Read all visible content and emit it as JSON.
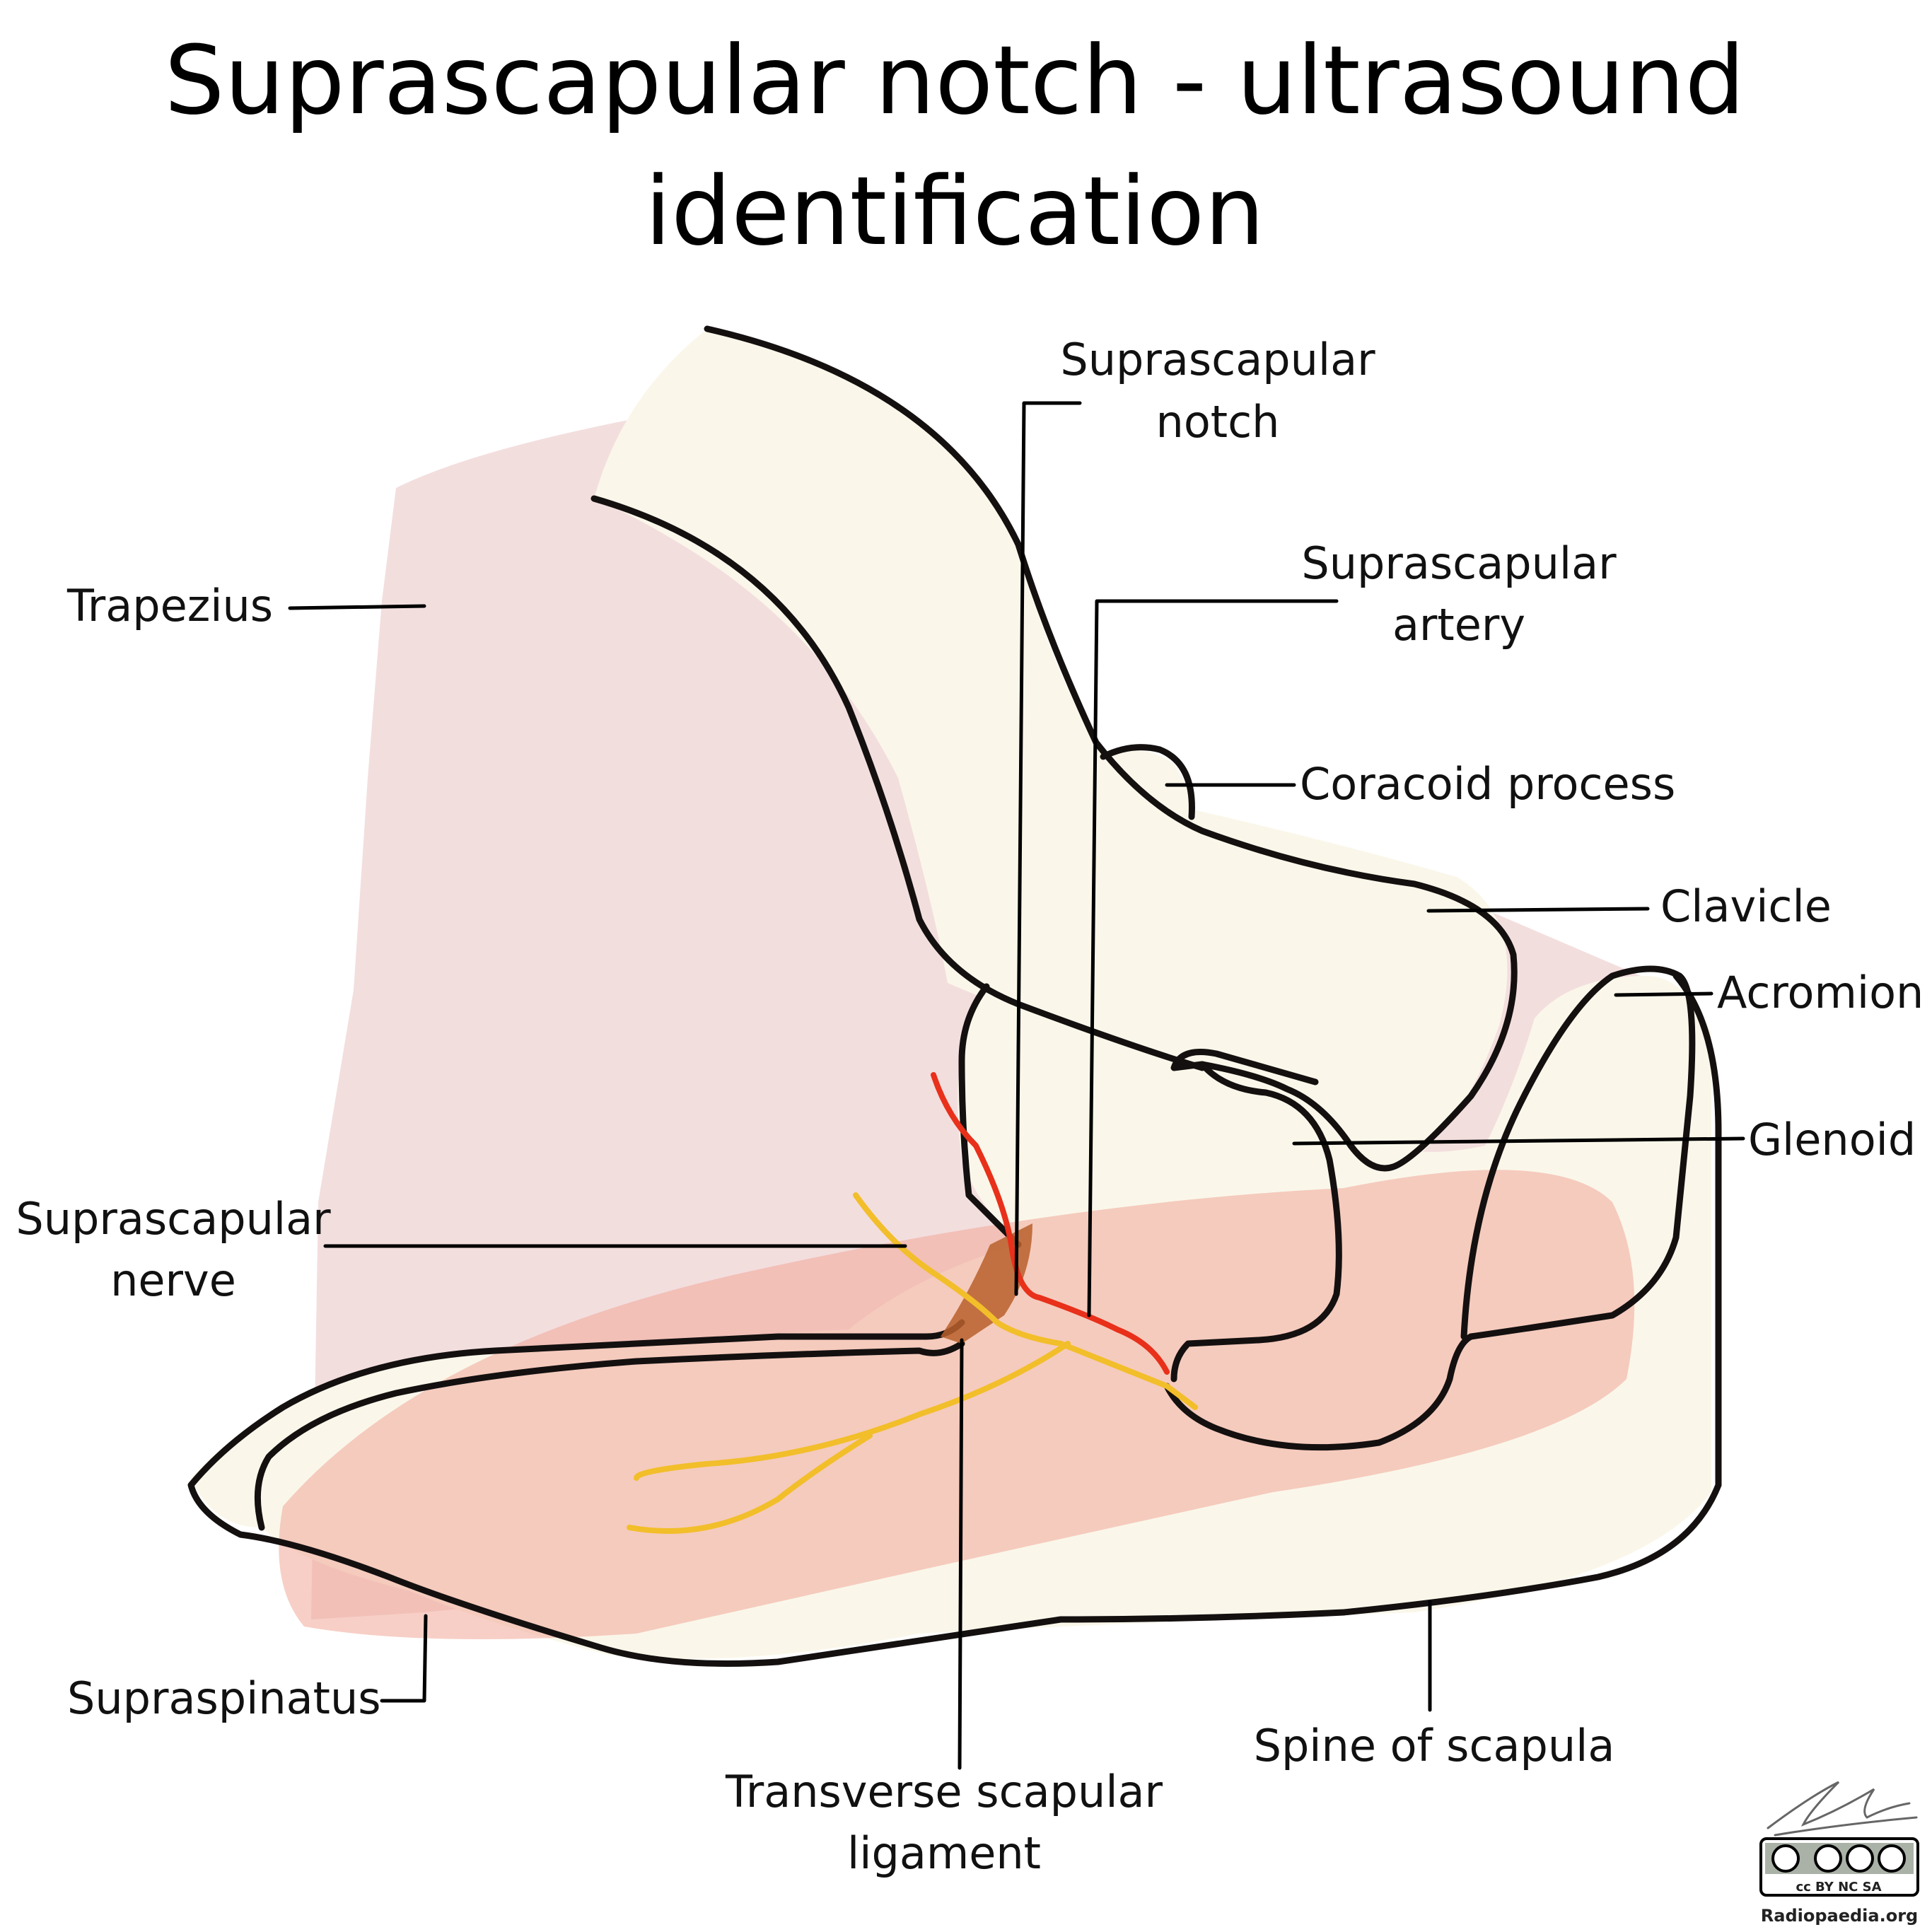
{
  "title": {
    "line1": "Suprascapular notch - ultrasound",
    "line2": "identification"
  },
  "labels": {
    "suprascapular_notch": [
      "Suprascapular",
      "notch"
    ],
    "suprascapular_artery": [
      "Suprascapular",
      "artery"
    ],
    "trapezius": "Trapezius",
    "coracoid_process": "Coracoid process",
    "clavicle": "Clavicle",
    "acromion": "Acromion",
    "glenoid": "Glenoid",
    "suprascapular_nerve": [
      "Suprascapular",
      "nerve"
    ],
    "supraspinatus": "Supraspinatus",
    "spine_of_scapula": "Spine of scapula",
    "transverse_scapular_ligament": [
      "Transverse scapular",
      "ligament"
    ]
  },
  "license": {
    "badge": "cc BY NC SA",
    "site": "Radiopaedia.org"
  },
  "colors": {
    "trapezius": "#f2dcdc",
    "supraspinatus": "#f0a898",
    "bone": "#faf7ea",
    "outline": "#141010",
    "nerve": "#f2be2a",
    "artery": "#e8301a",
    "ligament": "#b8602c"
  }
}
